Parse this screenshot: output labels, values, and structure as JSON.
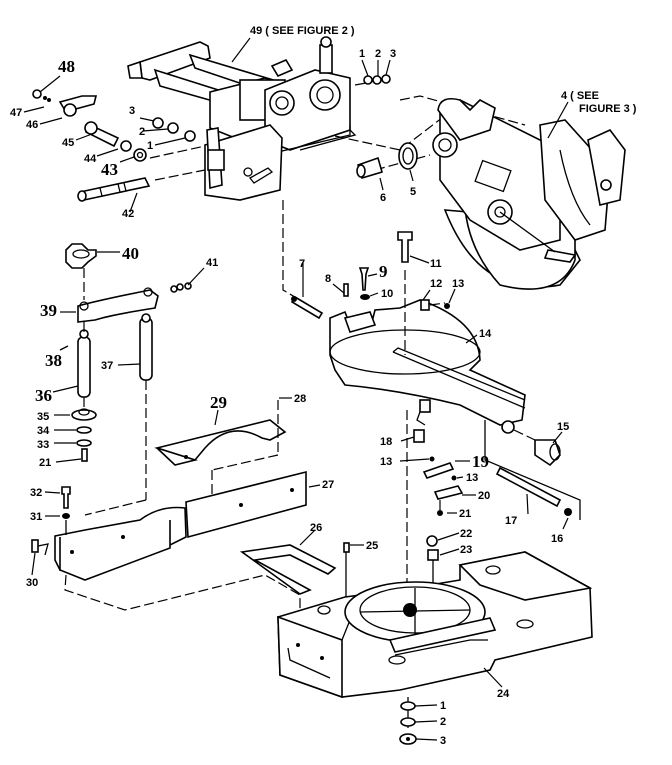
{
  "diagram": {
    "title": "Miter Saw Exploded Parts Diagram",
    "background": "#ffffff",
    "ink": "#000000",
    "callouts": [
      {
        "id": "c49",
        "text": "49 ( SEE FIGURE 2 )"
      },
      {
        "id": "c4a",
        "text": "4 ( SEE"
      },
      {
        "id": "c4b",
        "text": "FIGURE 3 )"
      },
      {
        "id": "c48",
        "text": "48"
      },
      {
        "id": "c47",
        "text": "47"
      },
      {
        "id": "c46",
        "text": "46"
      },
      {
        "id": "c45",
        "text": "45"
      },
      {
        "id": "c44",
        "text": "44"
      },
      {
        "id": "c43",
        "text": "43"
      },
      {
        "id": "c42",
        "text": "42"
      },
      {
        "id": "c3a",
        "text": "3"
      },
      {
        "id": "c2a",
        "text": "2"
      },
      {
        "id": "c1a",
        "text": "1"
      },
      {
        "id": "c1b",
        "text": "1"
      },
      {
        "id": "c2b",
        "text": "2"
      },
      {
        "id": "c3b",
        "text": "3"
      },
      {
        "id": "c5",
        "text": "5"
      },
      {
        "id": "c6",
        "text": "6"
      },
      {
        "id": "c40",
        "text": "40"
      },
      {
        "id": "c41",
        "text": "41"
      },
      {
        "id": "c39",
        "text": "39"
      },
      {
        "id": "c38",
        "text": "38"
      },
      {
        "id": "c37",
        "text": "37"
      },
      {
        "id": "c36",
        "text": "36"
      },
      {
        "id": "c35",
        "text": "35"
      },
      {
        "id": "c34",
        "text": "34"
      },
      {
        "id": "c33",
        "text": "33"
      },
      {
        "id": "c21a",
        "text": "21"
      },
      {
        "id": "c7",
        "text": "7"
      },
      {
        "id": "c8",
        "text": "8"
      },
      {
        "id": "c9",
        "text": "9"
      },
      {
        "id": "c10",
        "text": "10"
      },
      {
        "id": "c11",
        "text": "11"
      },
      {
        "id": "c12",
        "text": "12"
      },
      {
        "id": "c13a",
        "text": "13"
      },
      {
        "id": "c14",
        "text": "14"
      },
      {
        "id": "c15",
        "text": "15"
      },
      {
        "id": "c18",
        "text": "18"
      },
      {
        "id": "c13b",
        "text": "13"
      },
      {
        "id": "c19",
        "text": "19"
      },
      {
        "id": "c13c",
        "text": "13"
      },
      {
        "id": "c20",
        "text": "20"
      },
      {
        "id": "c21b",
        "text": "21"
      },
      {
        "id": "c17",
        "text": "17"
      },
      {
        "id": "c16",
        "text": "16"
      },
      {
        "id": "c22",
        "text": "22"
      },
      {
        "id": "c23",
        "text": "23"
      },
      {
        "id": "c29",
        "text": "29"
      },
      {
        "id": "c28",
        "text": "28"
      },
      {
        "id": "c27",
        "text": "27"
      },
      {
        "id": "c26",
        "text": "26"
      },
      {
        "id": "c25",
        "text": "25"
      },
      {
        "id": "c32",
        "text": "32"
      },
      {
        "id": "c31",
        "text": "31"
      },
      {
        "id": "c30",
        "text": "30"
      },
      {
        "id": "c24",
        "text": "24"
      },
      {
        "id": "c1c",
        "text": "1"
      },
      {
        "id": "c2c",
        "text": "2"
      },
      {
        "id": "c3c",
        "text": "3"
      }
    ]
  }
}
